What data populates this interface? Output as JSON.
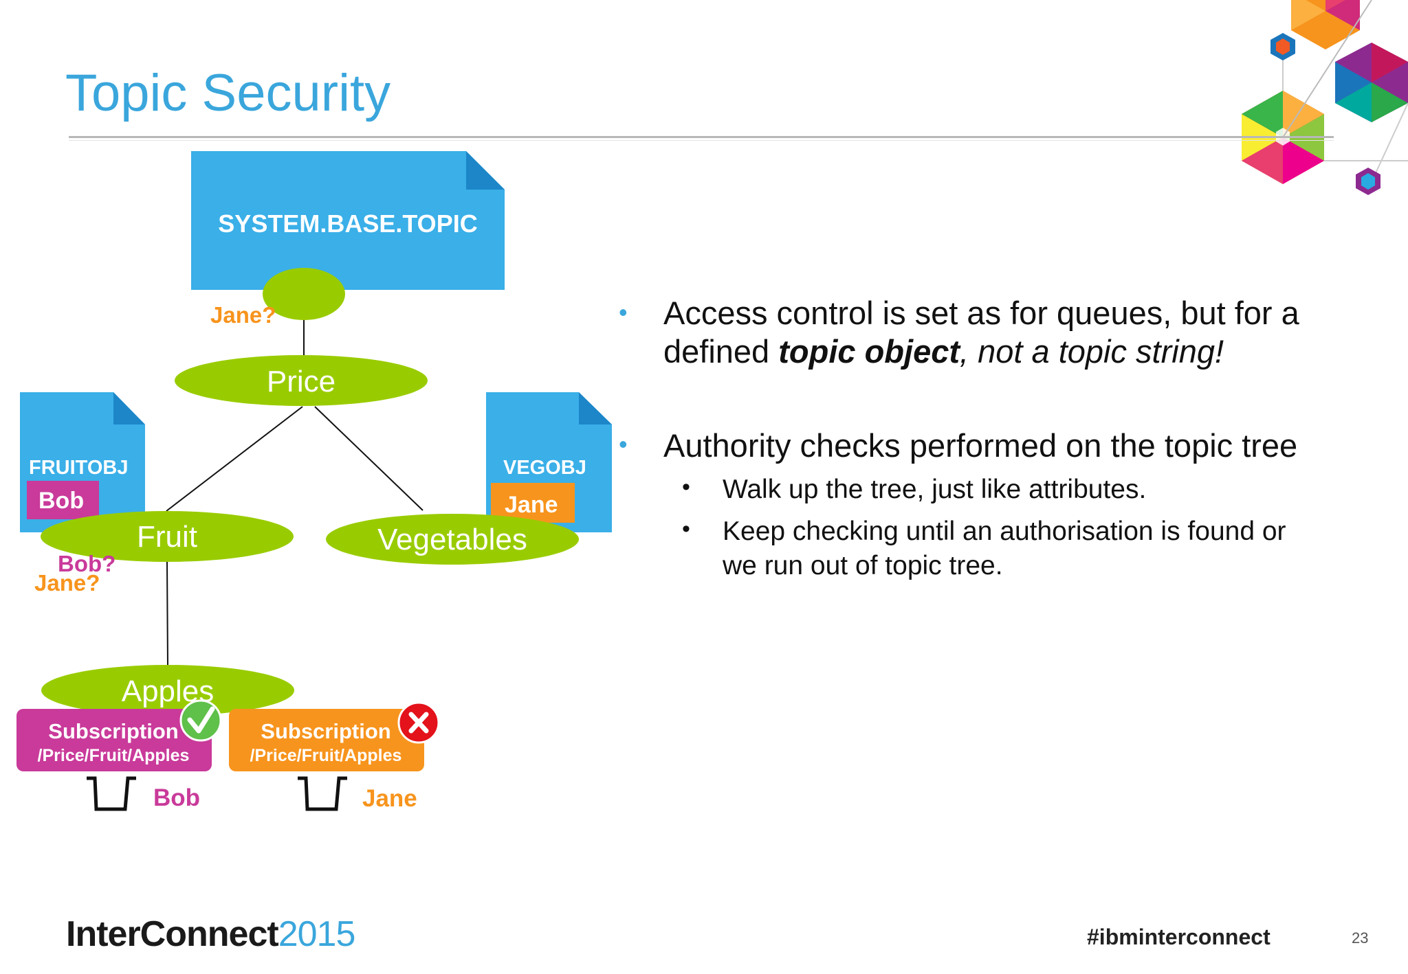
{
  "slide": {
    "title": "Topic Security",
    "page_number": "23",
    "footer_brand": {
      "bold": "InterConnect",
      "year": "2015"
    },
    "hashtag": "#ibminterconnect"
  },
  "diagram": {
    "admin_objects": [
      {
        "name": "SYSTEM.BASE.TOPIC"
      },
      {
        "name": "FRUITOBJ",
        "authorised_user": "Bob"
      },
      {
        "name": "VEGOBJ",
        "authorised_user": "Jane"
      }
    ],
    "nodes": {
      "price": "Price",
      "fruit": "Fruit",
      "vegetables": "Vegetables",
      "apples": "Apples"
    },
    "checks": {
      "root_jane": "Jane?",
      "fruit_bob": "Bob?",
      "fruit_jane": "Jane?"
    },
    "subscriptions": [
      {
        "label": "Subscription",
        "topic": "/Price/Fruit/Apples",
        "user": "Bob",
        "result": "allowed",
        "color": "#c93a9a"
      },
      {
        "label": "Subscription",
        "topic": "/Price/Fruit/Apples",
        "user": "Jane",
        "result": "denied",
        "color": "#f7941d"
      }
    ],
    "colors": {
      "topic_node": "#99cc00",
      "admin_object": "#3aafe8",
      "bob": "#c93a9a",
      "jane": "#f7941d",
      "allowed": "#5fc04a",
      "denied": "#e3121b"
    }
  },
  "bullets": [
    {
      "parts": [
        {
          "text": "Access control is set as for queues, but for a defined ",
          "style": "normal"
        },
        {
          "text": "topic object",
          "style": "bold-italic"
        },
        {
          "text": ", not a topic string!",
          "style": "italic"
        }
      ],
      "children": []
    },
    {
      "parts": [
        {
          "text": "Authority checks performed on the topic tree",
          "style": "normal"
        }
      ],
      "children": [
        "Walk up the tree, just like attributes.",
        "Keep checking until an authorisation is found or we run out of topic tree."
      ]
    }
  ]
}
